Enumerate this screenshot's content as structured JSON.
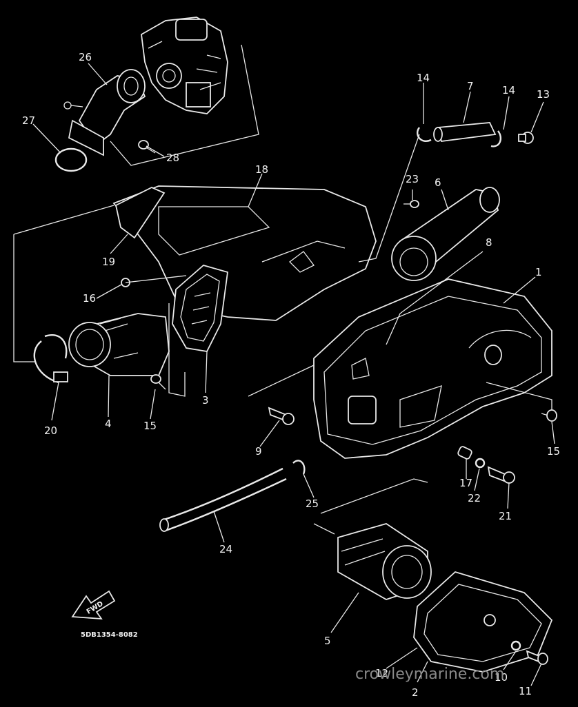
{
  "diagram": {
    "part_numbers": [
      "1",
      "2",
      "3",
      "4",
      "5",
      "6",
      "7",
      "8",
      "9",
      "10",
      "11",
      "12",
      "13",
      "14",
      "14",
      "15",
      "15",
      "16",
      "17",
      "18",
      "19",
      "20",
      "21",
      "22",
      "23",
      "24",
      "25",
      "26",
      "27",
      "28"
    ],
    "direction_arrow": "FWD",
    "drawing_code": "5DB1354-8082",
    "watermark": "crowleymarine.com"
  }
}
